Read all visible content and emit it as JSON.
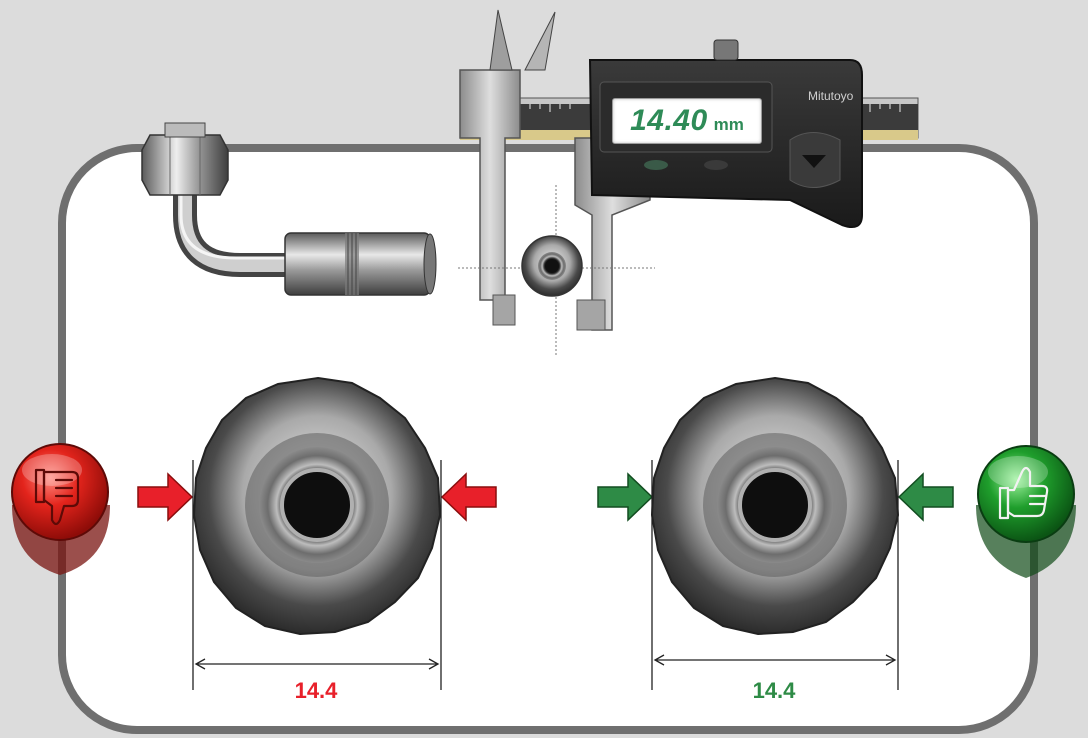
{
  "caliper": {
    "reading_value": "14.40",
    "reading_unit": "mm",
    "brand": "Mitutoyo"
  },
  "left_fitting": {
    "measurement": "14.4",
    "verdict_icon": "thumbs-down-icon",
    "color": "#e8202a"
  },
  "right_fitting": {
    "measurement": "14.4",
    "verdict_icon": "thumbs-up-icon",
    "color": "#2e8b46"
  },
  "colors": {
    "background": "#dcdcdc",
    "panel": "#ffffff",
    "panel_border": "#6f6f6f",
    "reading": "#2e8b57"
  }
}
